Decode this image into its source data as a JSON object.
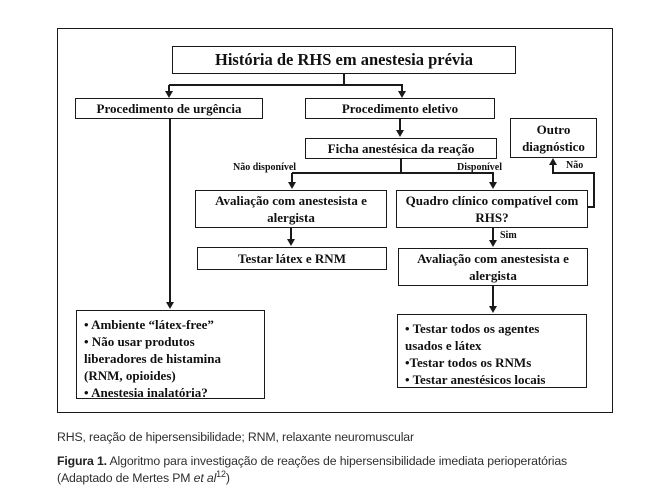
{
  "flowchart": {
    "nodes": {
      "historia": "História de RHS em anestesia prévia",
      "urgencia": "Procedimento de urgência",
      "eletivo": "Procedimento eletivo",
      "ficha": "Ficha anestésica da reação",
      "outro_diagnostico": "Outro diagnóstico",
      "avaliacao_esquerda": "Avaliação com anestesista e alergista",
      "quadro_clinico": "Quadro clínico compatível com RHS?",
      "testar_latex": "Testar látex e RNM",
      "avaliacao_direita": "Avaliação com anestesista e alergista"
    },
    "edge_labels": {
      "nao_disponivel": "Não disponível",
      "disponivel": "Disponível",
      "nao": "Não",
      "sim": "Sim"
    },
    "acoes_urgencia": [
      "• Ambiente “látex-free”",
      "• Não usar produtos liberadores de histamina (RNM, opioides)",
      "• Anestesia inalatória?"
    ],
    "acoes_eletivo": [
      "• Testar todos os agentes usados e látex",
      "•Testar todos os RNMs",
      "• Testar anestésicos locais"
    ]
  },
  "caption": {
    "abbreviations": "RHS, reação de hipersensibilidade; RNM, relaxante neuromuscular",
    "figure_label": "Figura 1.",
    "figure_text": " Algoritmo para investigação de reações de hipersensibilidade imediata perioperatórias",
    "adapted_prefix": "(Adaptado de Mertes PM ",
    "adapted_etal": "et al",
    "adapted_ref": "12",
    "adapted_suffix": ")"
  },
  "colors": {
    "line": "#1a1a1a",
    "text": "#111111",
    "background": "#ffffff"
  }
}
